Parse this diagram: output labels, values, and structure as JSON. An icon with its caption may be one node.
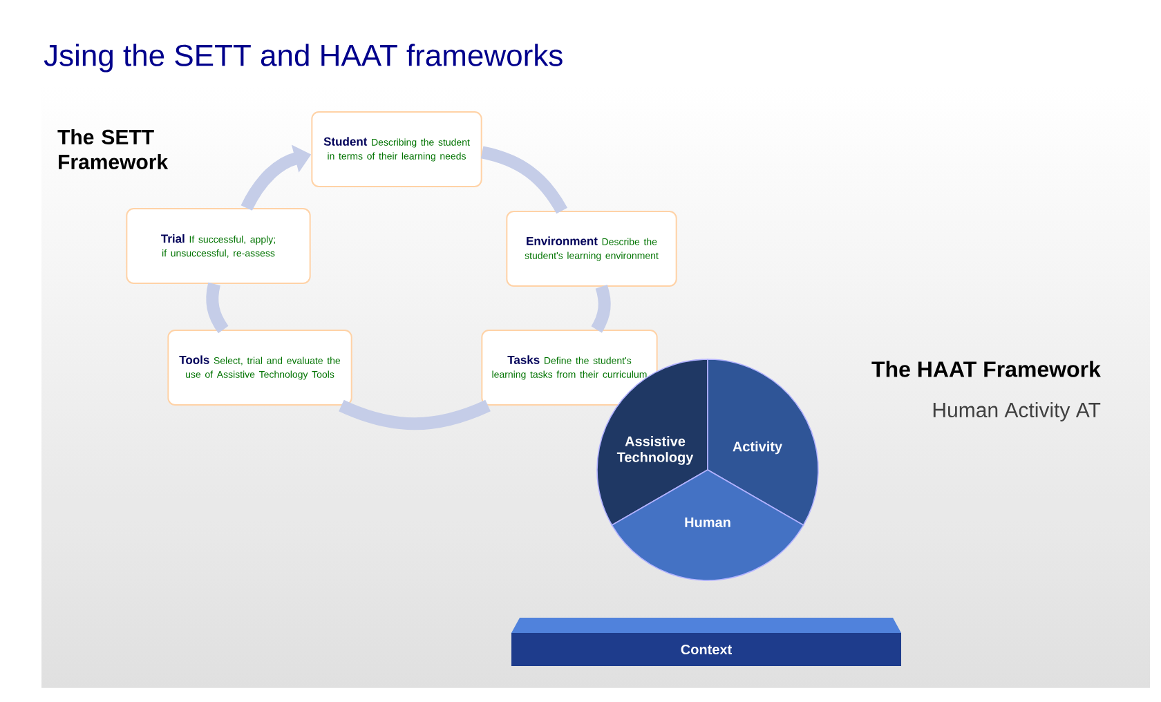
{
  "diagram": {
    "title": "Jsing the SETT and HAAT frameworks",
    "nodes": [
      {
        "text": [
          "Student",
          "Describing the student in terms of their learning needs"
        ]
      },
      {
        "text": [
          "Environment",
          "Describe the student's learning environment"
        ]
      },
      {
        "text": [
          "Tasks",
          "Define the student's learning tasks from their curriculum"
        ]
      },
      {
        "text": [
          "Tools",
          "Select, trial and evaluate the use of Assistive Technology Tools"
        ]
      },
      {
        "text": [
          "Trial",
          "If successful, apply; if unsuccessful, re-assess"
        ]
      },
      {
        "text": [
          "Assistive Technology"
        ]
      },
      {
        "text": [
          "Activity"
        ]
      },
      {
        "text": [
          "Human"
        ]
      },
      {
        "text": [
          "Context"
        ]
      }
    ],
    "edges": [
      {
        "from": 0,
        "to": 1,
        "arrow": "none"
      },
      {
        "from": 1,
        "to": 2,
        "arrow": "none"
      },
      {
        "from": 2,
        "to": 3,
        "arrow": "none"
      },
      {
        "from": 3,
        "to": 4,
        "arrow": "none"
      },
      {
        "from": 4,
        "to": 0,
        "arrow": "to"
      }
    ],
    "labels": [
      "The SETT Framework",
      "The HAAT Framework",
      "Human Activity AT"
    ]
  }
}
